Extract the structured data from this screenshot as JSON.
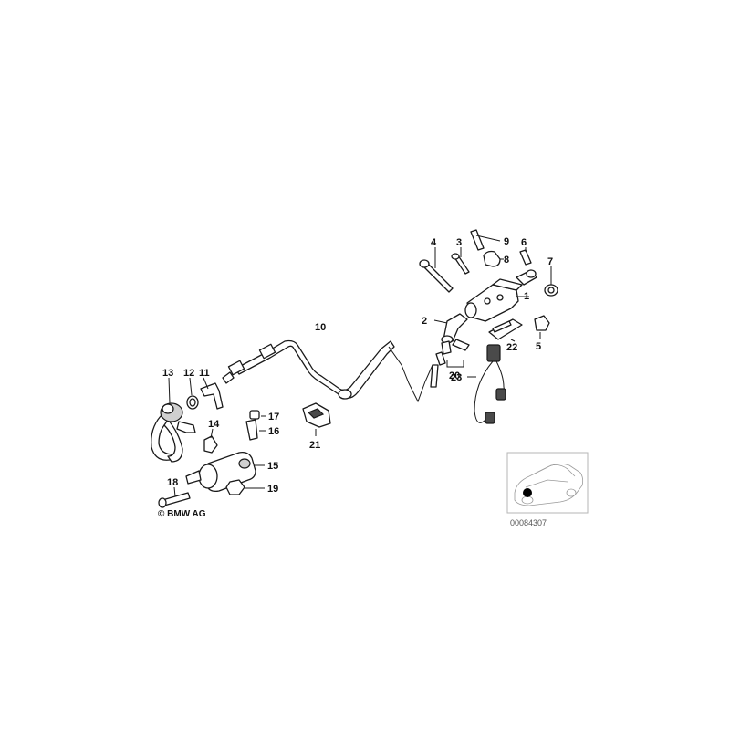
{
  "copyright": "© BMW AG",
  "reference_number": "00084307",
  "part_numbers": [
    "1",
    "2",
    "3",
    "4",
    "5",
    "6",
    "7",
    "8",
    "9",
    "10",
    "11",
    "12",
    "13",
    "14",
    "15",
    "16",
    "17",
    "18",
    "19",
    "20",
    "21",
    "22",
    "23"
  ],
  "colors": {
    "line": "#1a1a1a",
    "background": "#ffffff",
    "thumbnail_border": "#b5b5b5"
  }
}
